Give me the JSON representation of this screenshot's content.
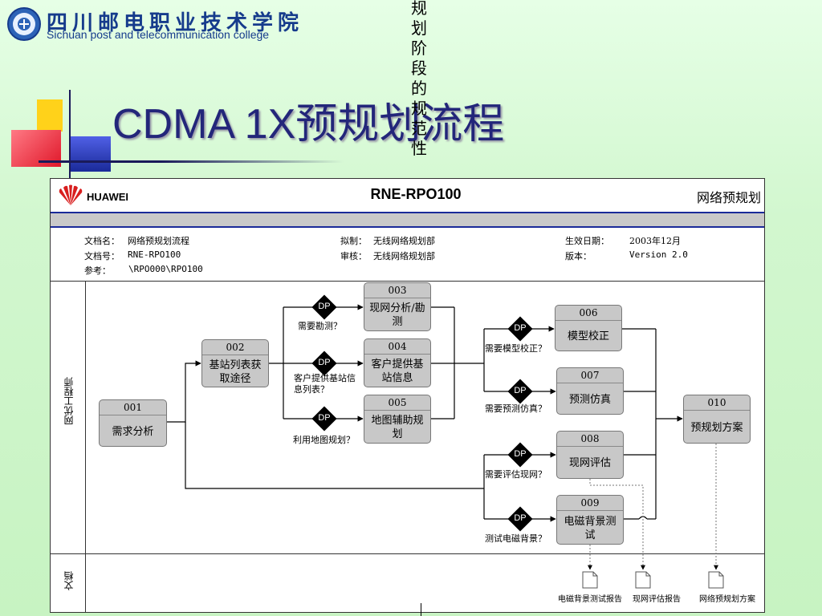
{
  "header": {
    "college_cn": "四川邮电职业技术学院",
    "college_en": "Sichuan post and telecommunication college",
    "slide_title": "CDMA 1X预规划流程",
    "vertical_note": "规划阶段的规范性"
  },
  "doc": {
    "vendor": "HUAWEI",
    "code": "RNE-RPO100",
    "type": "网络预规划",
    "meta": {
      "name_label": "文档名：",
      "name": "网络预规划流程",
      "num_label": "文档号：",
      "num": "RNE-RPO100",
      "ref_label": "参考：",
      "ref": "\\RPO000\\RPO100",
      "draft_label": "拟制：",
      "draft": "无线网络规划部",
      "review_label": "审核：",
      "review": "无线网络规划部",
      "date_label": "生效日期：",
      "date": "2003年12月",
      "ver_label": "版本：",
      "ver": "Version 2.0"
    }
  },
  "lanes": {
    "engineer": "网优工程师",
    "docs": "文档"
  },
  "boxes": [
    {
      "num": "001",
      "label": "需求分析"
    },
    {
      "num": "002",
      "label": "基站列表获取途径"
    },
    {
      "num": "003",
      "label": "现网分析/勘测"
    },
    {
      "num": "004",
      "label": "客户提供基站信息"
    },
    {
      "num": "005",
      "label": "地图辅助规划"
    },
    {
      "num": "006",
      "label": "模型校正"
    },
    {
      "num": "007",
      "label": "预测仿真"
    },
    {
      "num": "008",
      "label": "现网评估"
    },
    {
      "num": "009",
      "label": "电磁背景测试"
    },
    {
      "num": "010",
      "label": "预规划方案"
    }
  ],
  "decision_label": "DP",
  "questions": {
    "survey": "需要勘测？",
    "customer": "客户提供基站信息列表？",
    "map": "利用地图规划？",
    "model": "需要模型校正？",
    "predict": "需要预测仿真？",
    "evaluate": "需要评估现网？",
    "em": "测试电磁背景？"
  },
  "documents": [
    "电磁背景测试报告",
    "现网评估报告",
    "网络预规划方案"
  ],
  "colors": {
    "title": "#23267a",
    "band_border": "#1a2a99",
    "box_fill": "#c8c8c8"
  }
}
